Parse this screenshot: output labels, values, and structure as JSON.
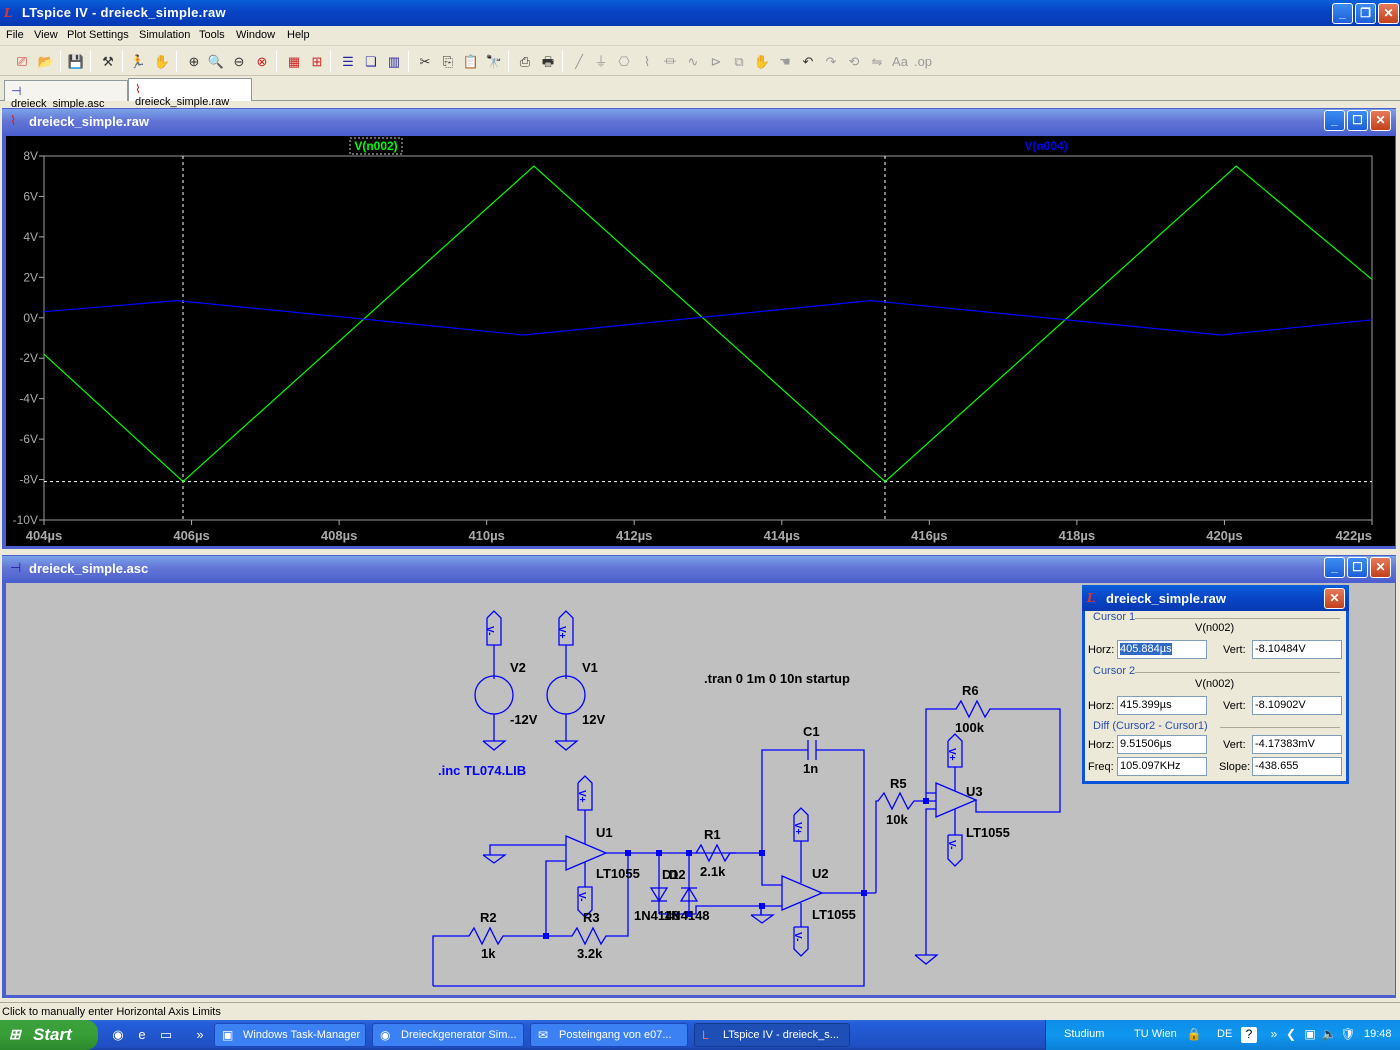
{
  "app": {
    "title": "LTspice IV - dreieck_simple.raw",
    "icon": "ltspice-icon"
  },
  "menu": [
    "File",
    "View",
    "Plot Settings",
    "Simulation",
    "Tools",
    "Window",
    "Help"
  ],
  "tabs": [
    {
      "label": "dreieck_simple.asc",
      "icon": "schematic-icon",
      "active": false
    },
    {
      "label": "dreieck_simple.raw",
      "icon": "waveform-icon",
      "active": true
    }
  ],
  "plot_window": {
    "title": "dreieck_simple.raw",
    "traces": [
      {
        "label": "V(n002)",
        "color": "#00ff00"
      },
      {
        "label": "V(n004)",
        "color": "#0000ff"
      }
    ]
  },
  "chart_data": {
    "type": "line",
    "x_unit": "µs",
    "xlim": [
      404,
      422
    ],
    "ylim": [
      -10,
      8
    ],
    "x_ticks": [
      "404µs",
      "406µs",
      "408µs",
      "410µs",
      "412µs",
      "414µs",
      "416µs",
      "418µs",
      "420µs",
      "422µs"
    ],
    "y_ticks": [
      "8V",
      "6V",
      "4V",
      "2V",
      "0V",
      "-2V",
      "-4V",
      "-6V",
      "-8V",
      "-10V"
    ],
    "grid": false,
    "series": [
      {
        "name": "V(n002)",
        "color": "#00ff00",
        "points": [
          [
            404.0,
            -1.8
          ],
          [
            405.884,
            -8.1
          ],
          [
            410.64,
            7.5
          ],
          [
            415.399,
            -8.1
          ],
          [
            420.16,
            7.5
          ],
          [
            422.0,
            1.9
          ]
        ]
      },
      {
        "name": "V(n004)",
        "color": "#0000ff",
        "points": [
          [
            404.0,
            0.3
          ],
          [
            405.8,
            0.85
          ],
          [
            410.5,
            -0.85
          ],
          [
            415.2,
            0.85
          ],
          [
            419.95,
            -0.85
          ],
          [
            422.0,
            -0.1
          ]
        ]
      }
    ],
    "cursors": {
      "x": [
        405.884,
        415.399
      ],
      "y": -8.105
    }
  },
  "schematic_window": {
    "title": "dreieck_simple.asc",
    "directives": [
      ".tran 0 1m 0 10n startup",
      ".inc TL074.LIB"
    ],
    "labels": {
      "V2": "V2",
      "V2val": "-12V",
      "V1": "V1",
      "V1val": "12V",
      "U1": "U1",
      "U1m": "LT1055",
      "U2": "U2",
      "U2m": "LT1055",
      "U3": "U3",
      "U3m": "LT1055",
      "R1": "R1",
      "R1v": "2.1k",
      "R2": "R2",
      "R2v": "1k",
      "R3": "R3",
      "R3v": "3.2k",
      "R5": "R5",
      "R5v": "10k",
      "R6": "R6",
      "R6v": "100k",
      "C1": "C1",
      "C1v": "1n",
      "D1": "D1",
      "D2": "D2",
      "Dm": "1N4148",
      "Dm2": "1N4148",
      "vplus": "V+",
      "vminus": "V-"
    }
  },
  "cursor_window": {
    "title": "dreieck_simple.raw",
    "cursor1": {
      "group": "Cursor 1",
      "signal": "V(n002)",
      "horz_label": "Horz:",
      "horz": "405.884µs",
      "vert_label": "Vert:",
      "vert": "-8.10484V"
    },
    "cursor2": {
      "group": "Cursor 2",
      "signal": "V(n002)",
      "horz_label": "Horz:",
      "horz": "415.399µs",
      "vert_label": "Vert:",
      "vert": "-8.10902V"
    },
    "diff": {
      "group": "Diff (Cursor2 - Cursor1)",
      "horz_label": "Horz:",
      "horz": "9.51506µs",
      "vert_label": "Vert:",
      "vert": "-4.17383mV",
      "freq_label": "Freq:",
      "freq": "105.097KHz",
      "slope_label": "Slope:",
      "slope": "-438.655"
    }
  },
  "status_text": "Click to manually enter Horizontal Axis Limits",
  "taskbar": {
    "start": "Start",
    "buttons": [
      "Windows Task-Manager",
      "Dreieckgenerator Sim...",
      "Posteingang von e07...",
      "LTspice IV - dreieck_s..."
    ],
    "active_index": 3,
    "tray": {
      "studium": "Studium",
      "tuwien": "TU Wien",
      "lang": "DE",
      "clock": "19:48"
    }
  }
}
